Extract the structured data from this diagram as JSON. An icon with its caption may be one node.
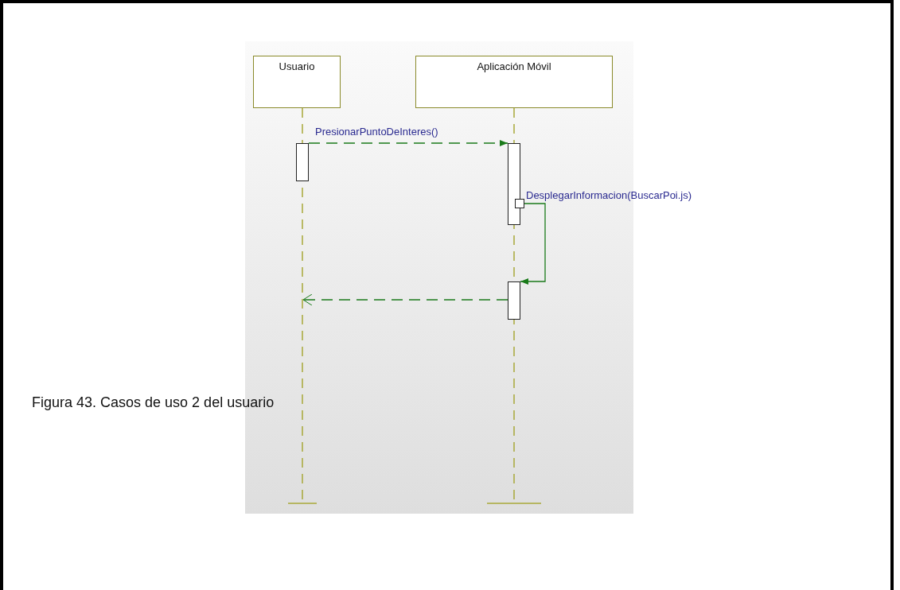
{
  "diagram": {
    "caption": "Figura 43. Casos de uso 2 del usuario",
    "nodes": [
      {
        "text": [
          "Usuario"
        ]
      },
      {
        "text": [
          "Aplicación Móvil"
        ]
      },
      {
        "text": [],
        "shape": "bar"
      },
      {
        "text": [],
        "shape": "bar"
      },
      {
        "text": [],
        "shape": "box"
      },
      {
        "text": [],
        "shape": "bar"
      }
    ],
    "edges": [
      {
        "from": 2,
        "to": 3,
        "arrow": "to",
        "label": "PresionarPuntoDeInteres()",
        "style": "dashed"
      },
      {
        "from": 4,
        "to": 5,
        "arrow": "to",
        "label": "DesplegarInformacion(BuscarPoi.js)"
      },
      {
        "from": 5,
        "to": null,
        "arrow": "to",
        "style": "dashed"
      }
    ]
  }
}
